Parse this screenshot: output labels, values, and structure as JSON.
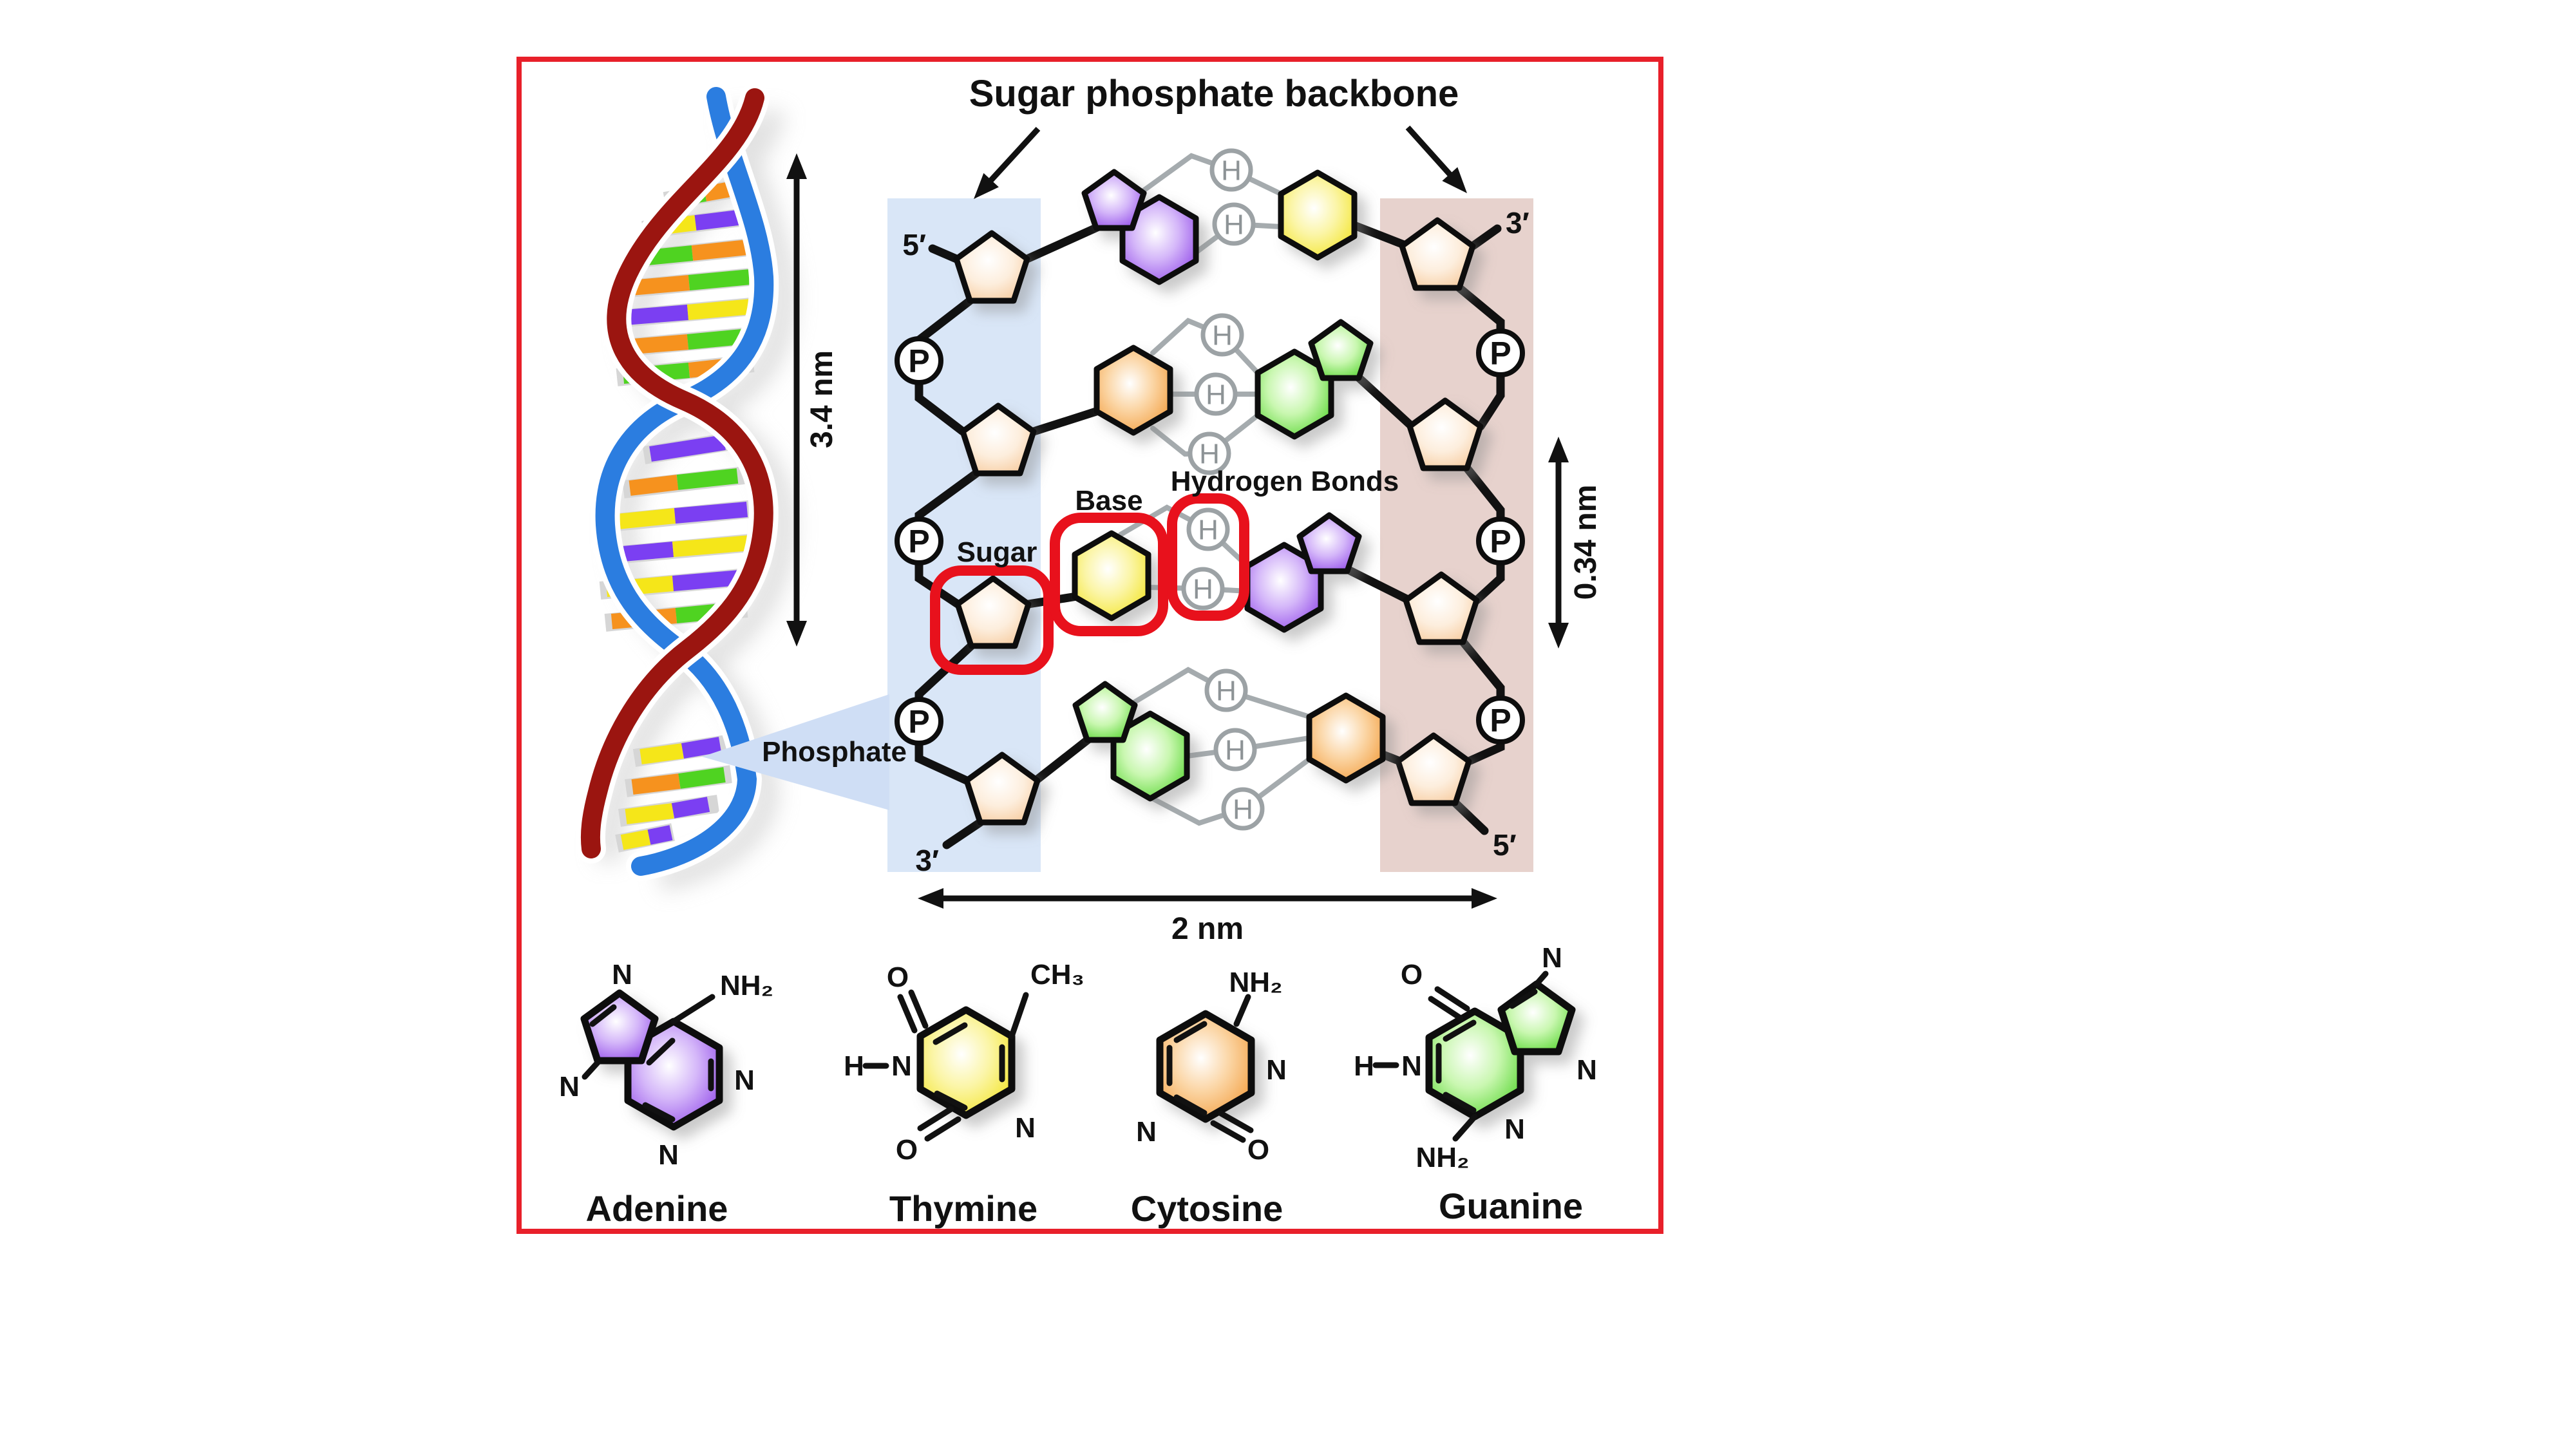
{
  "figure": {
    "title": "Sugar phosphate backbone",
    "border_color": "#e8202a"
  },
  "measurements": {
    "helix_turn_length": "3.4 nm",
    "base_pair_spacing": "0.34 nm",
    "helix_diameter": "2 nm"
  },
  "annotations": {
    "sugar": "Sugar",
    "base": "Base",
    "hydrogen_bonds": "Hydrogen Bonds",
    "phosphate": "Phosphate"
  },
  "strand_ends": {
    "left_top": "5′",
    "right_top": "3′",
    "left_bottom": "3′",
    "right_bottom": "5′"
  },
  "atoms": {
    "phosphate_symbol": "P",
    "hydrogen_symbol": "H",
    "nitrogen": "N",
    "oxygen": "O",
    "amino_group": "NH₂",
    "methyl_group": "CH₃"
  },
  "base_pair_rungs": [
    {
      "left_base": "Adenine",
      "left_color": "#8f46e8",
      "right_base": "Thymine",
      "right_color": "#f2e320",
      "hydrogen_bond_count": 2
    },
    {
      "left_base": "Cytosine",
      "left_color": "#f29a38",
      "right_base": "Guanine",
      "right_color": "#52d42c",
      "hydrogen_bond_count": 3
    },
    {
      "left_base": "Thymine",
      "left_color": "#f2e320",
      "right_base": "Adenine",
      "right_color": "#8f46e8",
      "hydrogen_bond_count": 2
    },
    {
      "left_base": "Guanine",
      "left_color": "#52d42c",
      "right_base": "Cytosine",
      "right_color": "#f29a38",
      "hydrogen_bond_count": 3
    }
  ],
  "molecules": [
    {
      "name": "Adenine",
      "color": "#8f46e8"
    },
    {
      "name": "Thymine",
      "color": "#f2e320"
    },
    {
      "name": "Cytosine",
      "color": "#f29a38"
    },
    {
      "name": "Guanine",
      "color": "#52d42c"
    }
  ],
  "colors": {
    "left_backbone_column": "#d9e6f7",
    "right_backbone_column": "#e7d2cd",
    "sugar_fill": "#f7cfa6",
    "helix_strand_dark": "#9b1510",
    "helix_strand_blue": "#2b7de0",
    "hydrogen_bond_gray": "#a5abae",
    "annotation_red": "#e8111c"
  }
}
